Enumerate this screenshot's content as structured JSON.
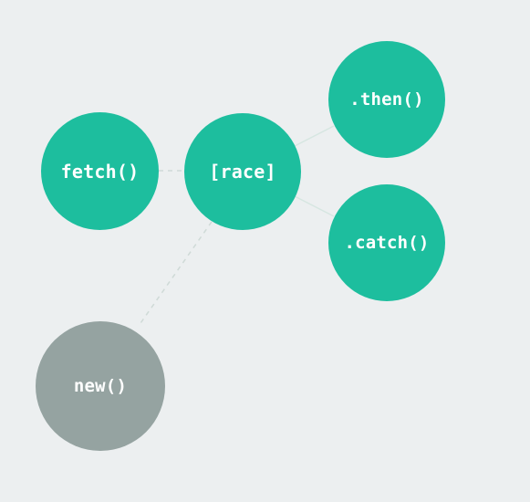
{
  "colors": {
    "background": "#ECEFF0",
    "node_active": "#1DBE9E",
    "node_inactive": "#95A3A1",
    "edge_solid": "#D6E6E1",
    "edge_dashed": "#CFDAD7",
    "text": "#FFFFFF"
  },
  "nodes": [
    {
      "id": "fetch",
      "label": "fetch()",
      "style": "active"
    },
    {
      "id": "race",
      "label": "[race]",
      "style": "active"
    },
    {
      "id": "then",
      "label": ".then()",
      "style": "active"
    },
    {
      "id": "catch",
      "label": ".catch()",
      "style": "active"
    },
    {
      "id": "new",
      "label": "new()",
      "style": "inactive"
    }
  ],
  "edges": [
    {
      "from": "fetch",
      "to": "race",
      "style": "dashed"
    },
    {
      "from": "race",
      "to": "then",
      "style": "solid"
    },
    {
      "from": "race",
      "to": "catch",
      "style": "solid"
    },
    {
      "from": "race",
      "to": "new",
      "style": "dashed"
    }
  ]
}
